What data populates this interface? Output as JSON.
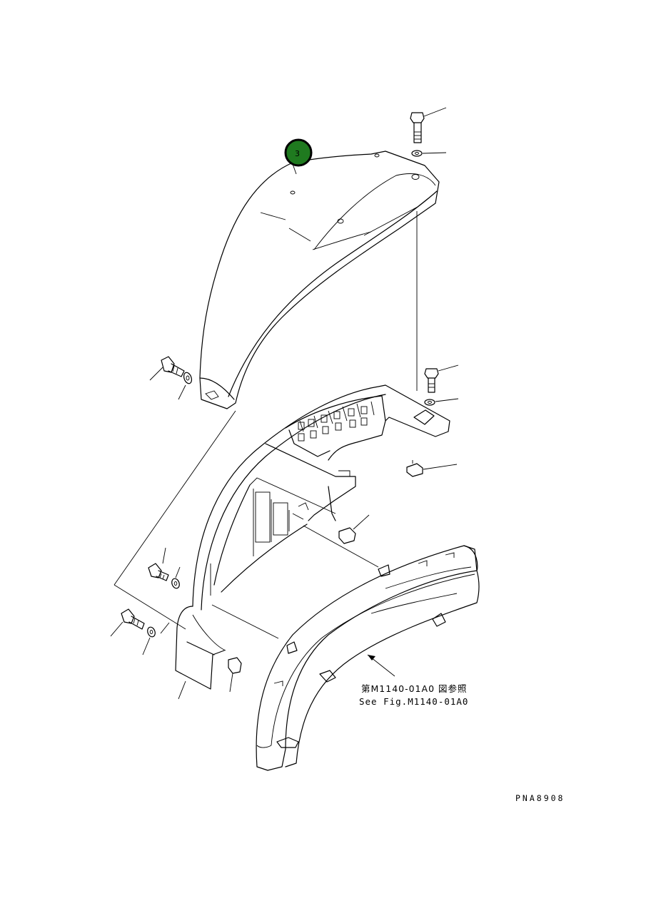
{
  "callout": {
    "number": "3",
    "color": "#1f7a1f"
  },
  "reference_note": {
    "line_jp": "第M1140-01A0 図参照",
    "line_en": "See Fig.M1140-01A0"
  },
  "drawing_code": "PNA8908"
}
